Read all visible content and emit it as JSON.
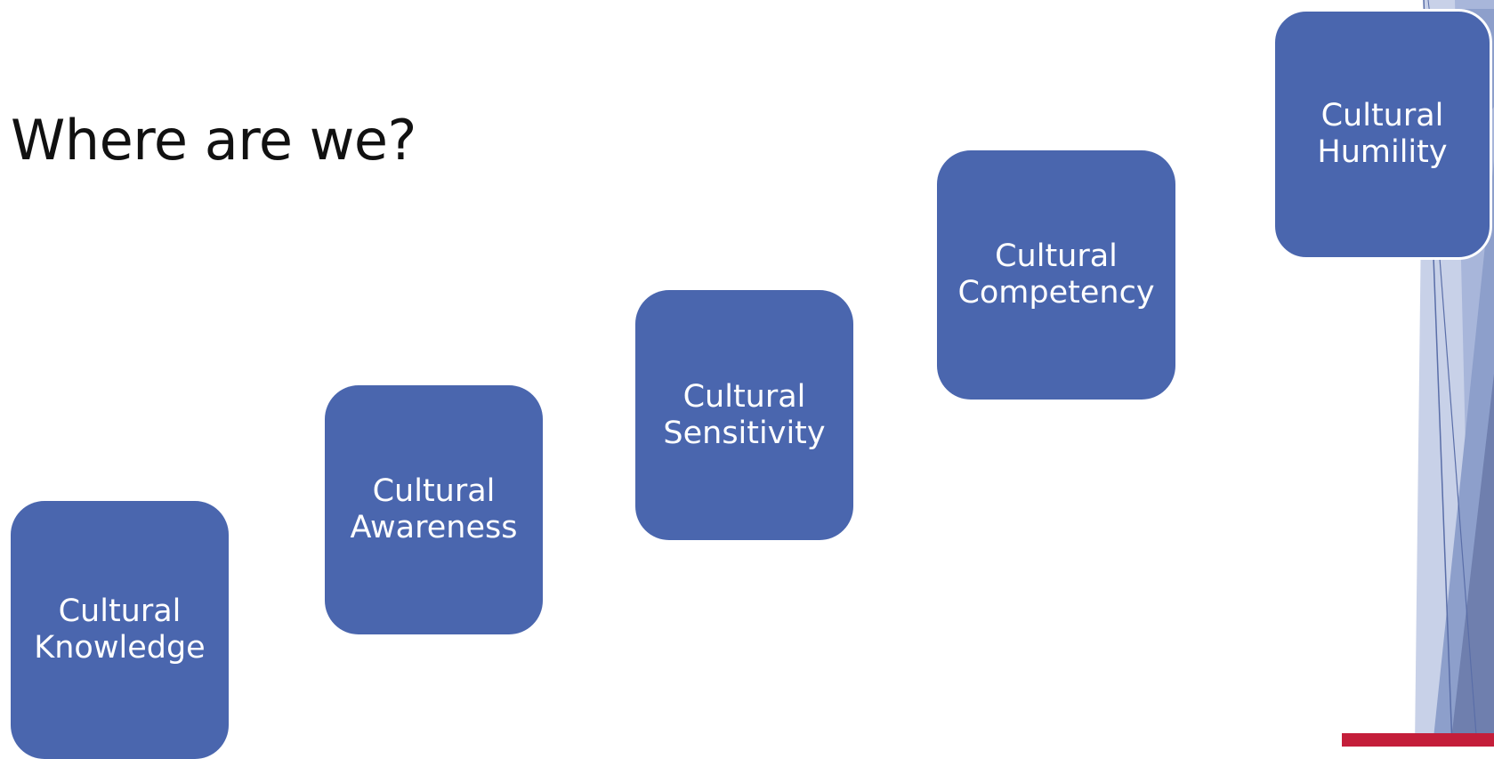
{
  "slide": {
    "title": "Where are we?"
  },
  "steps": [
    {
      "line1": "Cultural",
      "line2": "Knowledge"
    },
    {
      "line1": "Cultural",
      "line2": "Awareness"
    },
    {
      "line1": "Cultural",
      "line2": "Sensitivity"
    },
    {
      "line1": "Cultural",
      "line2": "Competency"
    },
    {
      "line1": "Cultural",
      "line2": "Humility"
    }
  ],
  "colors": {
    "step_fill": "#4a66ae",
    "accent_red": "#c41e3a",
    "deco_light": "#b4c0de",
    "deco_mid": "#8d9fcb",
    "deco_dark": "#6f7fae"
  }
}
